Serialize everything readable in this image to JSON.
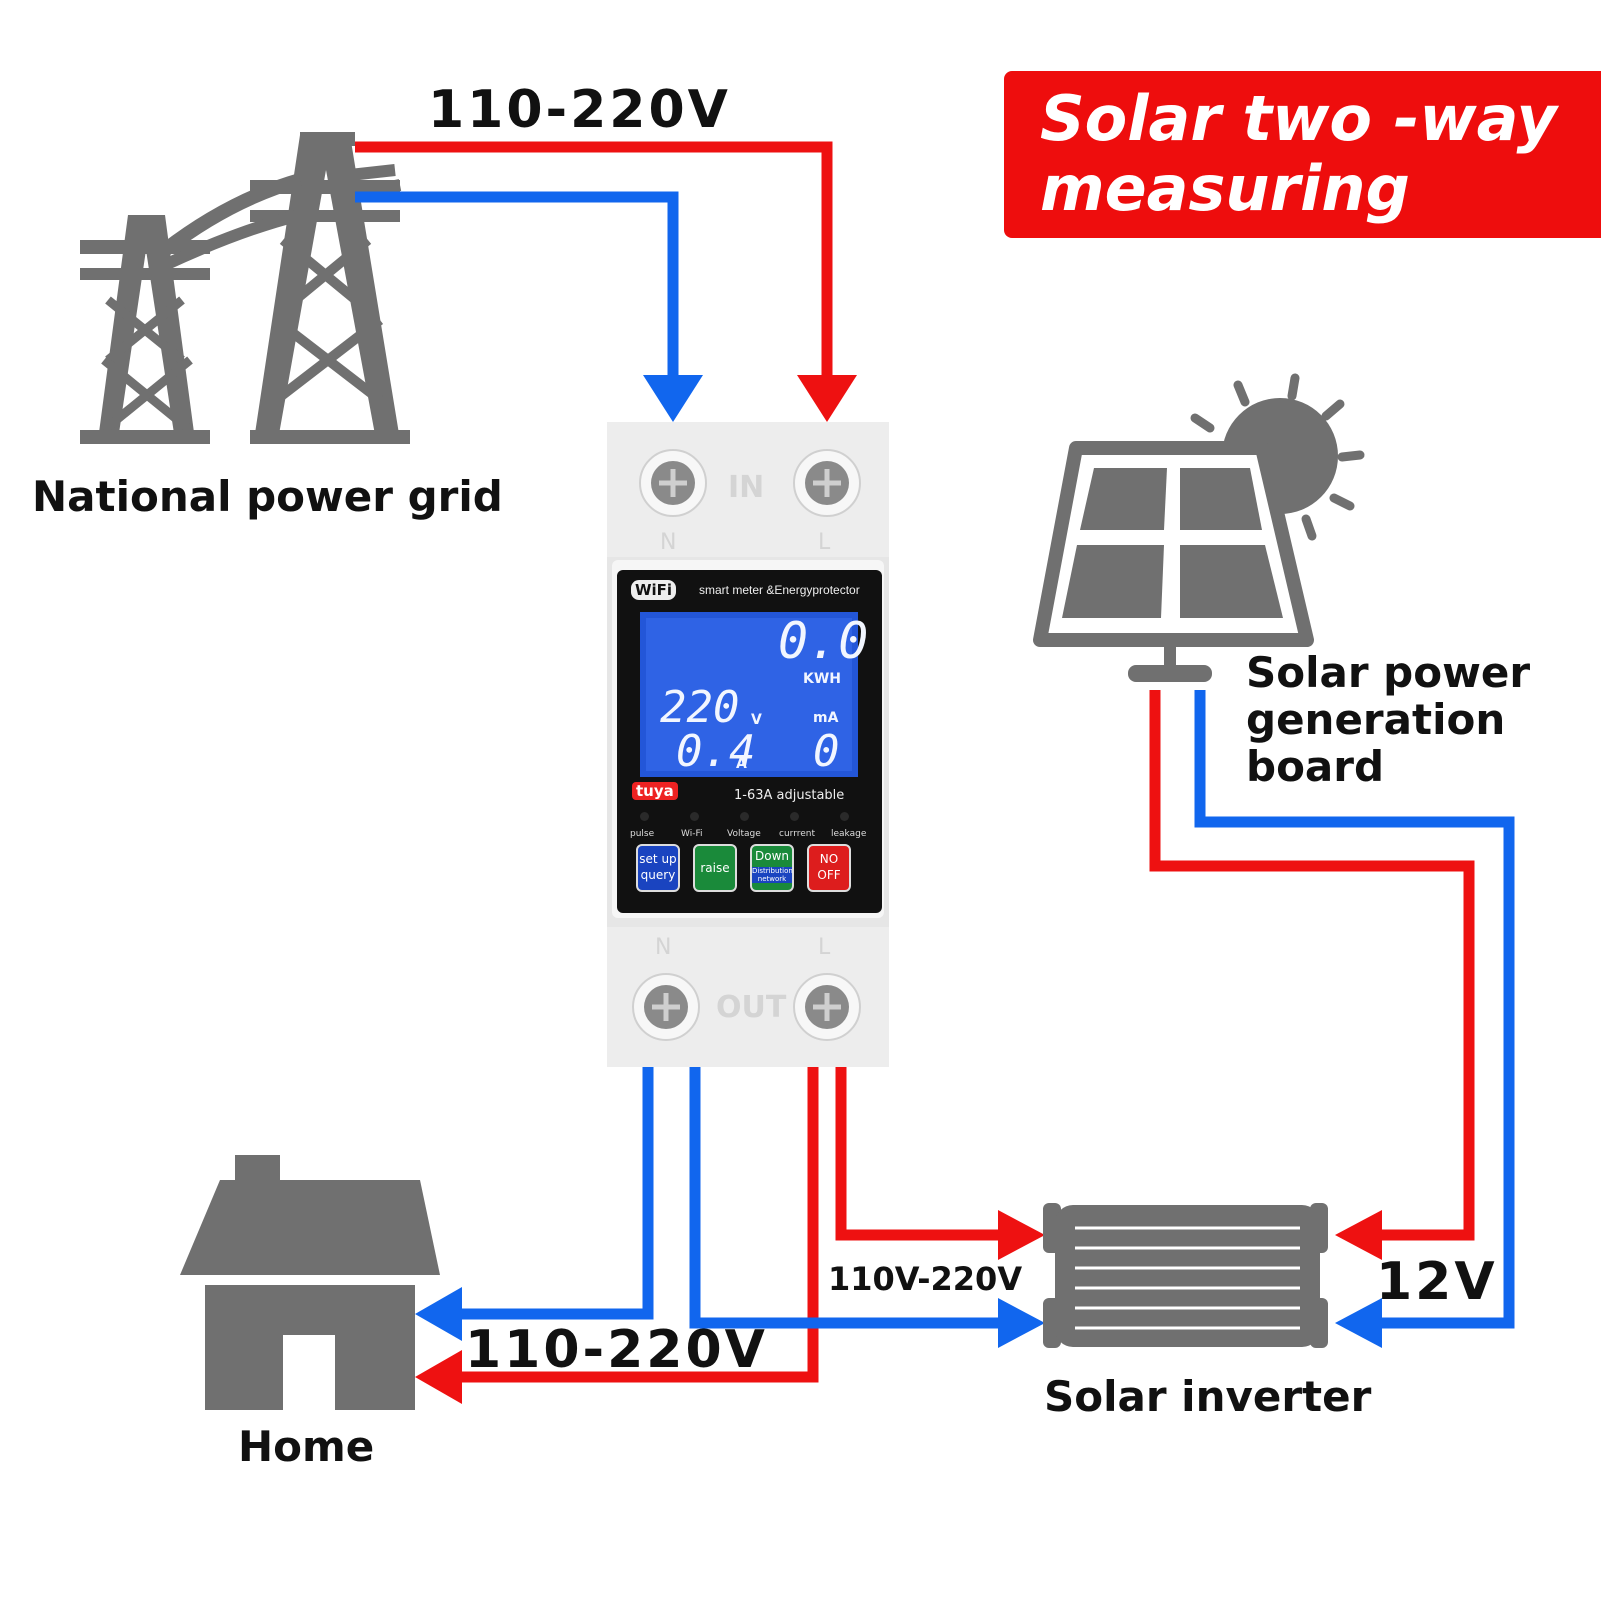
{
  "title": {
    "line1": "Solar two -way",
    "line2": "measuring"
  },
  "labels": {
    "grid_voltage": "110-220V",
    "national_grid": "National power grid",
    "solar_board_1": "Solar power",
    "solar_board_2": "generation",
    "solar_board_3": "board",
    "home": "Home",
    "home_voltage": "110-220V",
    "inverter_ac_voltage": "110V-220V",
    "inverter_dc_voltage": "12V",
    "solar_inverter": "Solar inverter"
  },
  "meter": {
    "wifi_label": "WiFi",
    "model_text": "smart meter &Energyprotector",
    "top_terminal_label": "IN",
    "bottom_terminal_label": "OUT",
    "terminal_n": "N",
    "terminal_l": "L",
    "display": {
      "energy_value": "0.0",
      "energy_unit": "KWH",
      "voltage_value": "220",
      "voltage_unit": "V",
      "current_value": "0.4",
      "current_unit": "A",
      "leakage_unit": "mA",
      "leakage_value": "0"
    },
    "brand": "tuya",
    "rating": "1-63A adjustable",
    "indicators": [
      "pulse",
      "Wi-Fi",
      "Voltage",
      "currrent",
      "leakage"
    ],
    "buttons": {
      "setup_line1": "set up",
      "setup_line2": "query",
      "raise": "raise",
      "down_line1": "Down",
      "down_line2": "Distribution network",
      "off_line1": "NO",
      "off_line2": "OFF"
    }
  },
  "colors": {
    "live_wire": "#ee1111",
    "neutral_wire": "#1166ee",
    "icon_gray": "#707070",
    "title_bg": "#ee0d0d"
  }
}
